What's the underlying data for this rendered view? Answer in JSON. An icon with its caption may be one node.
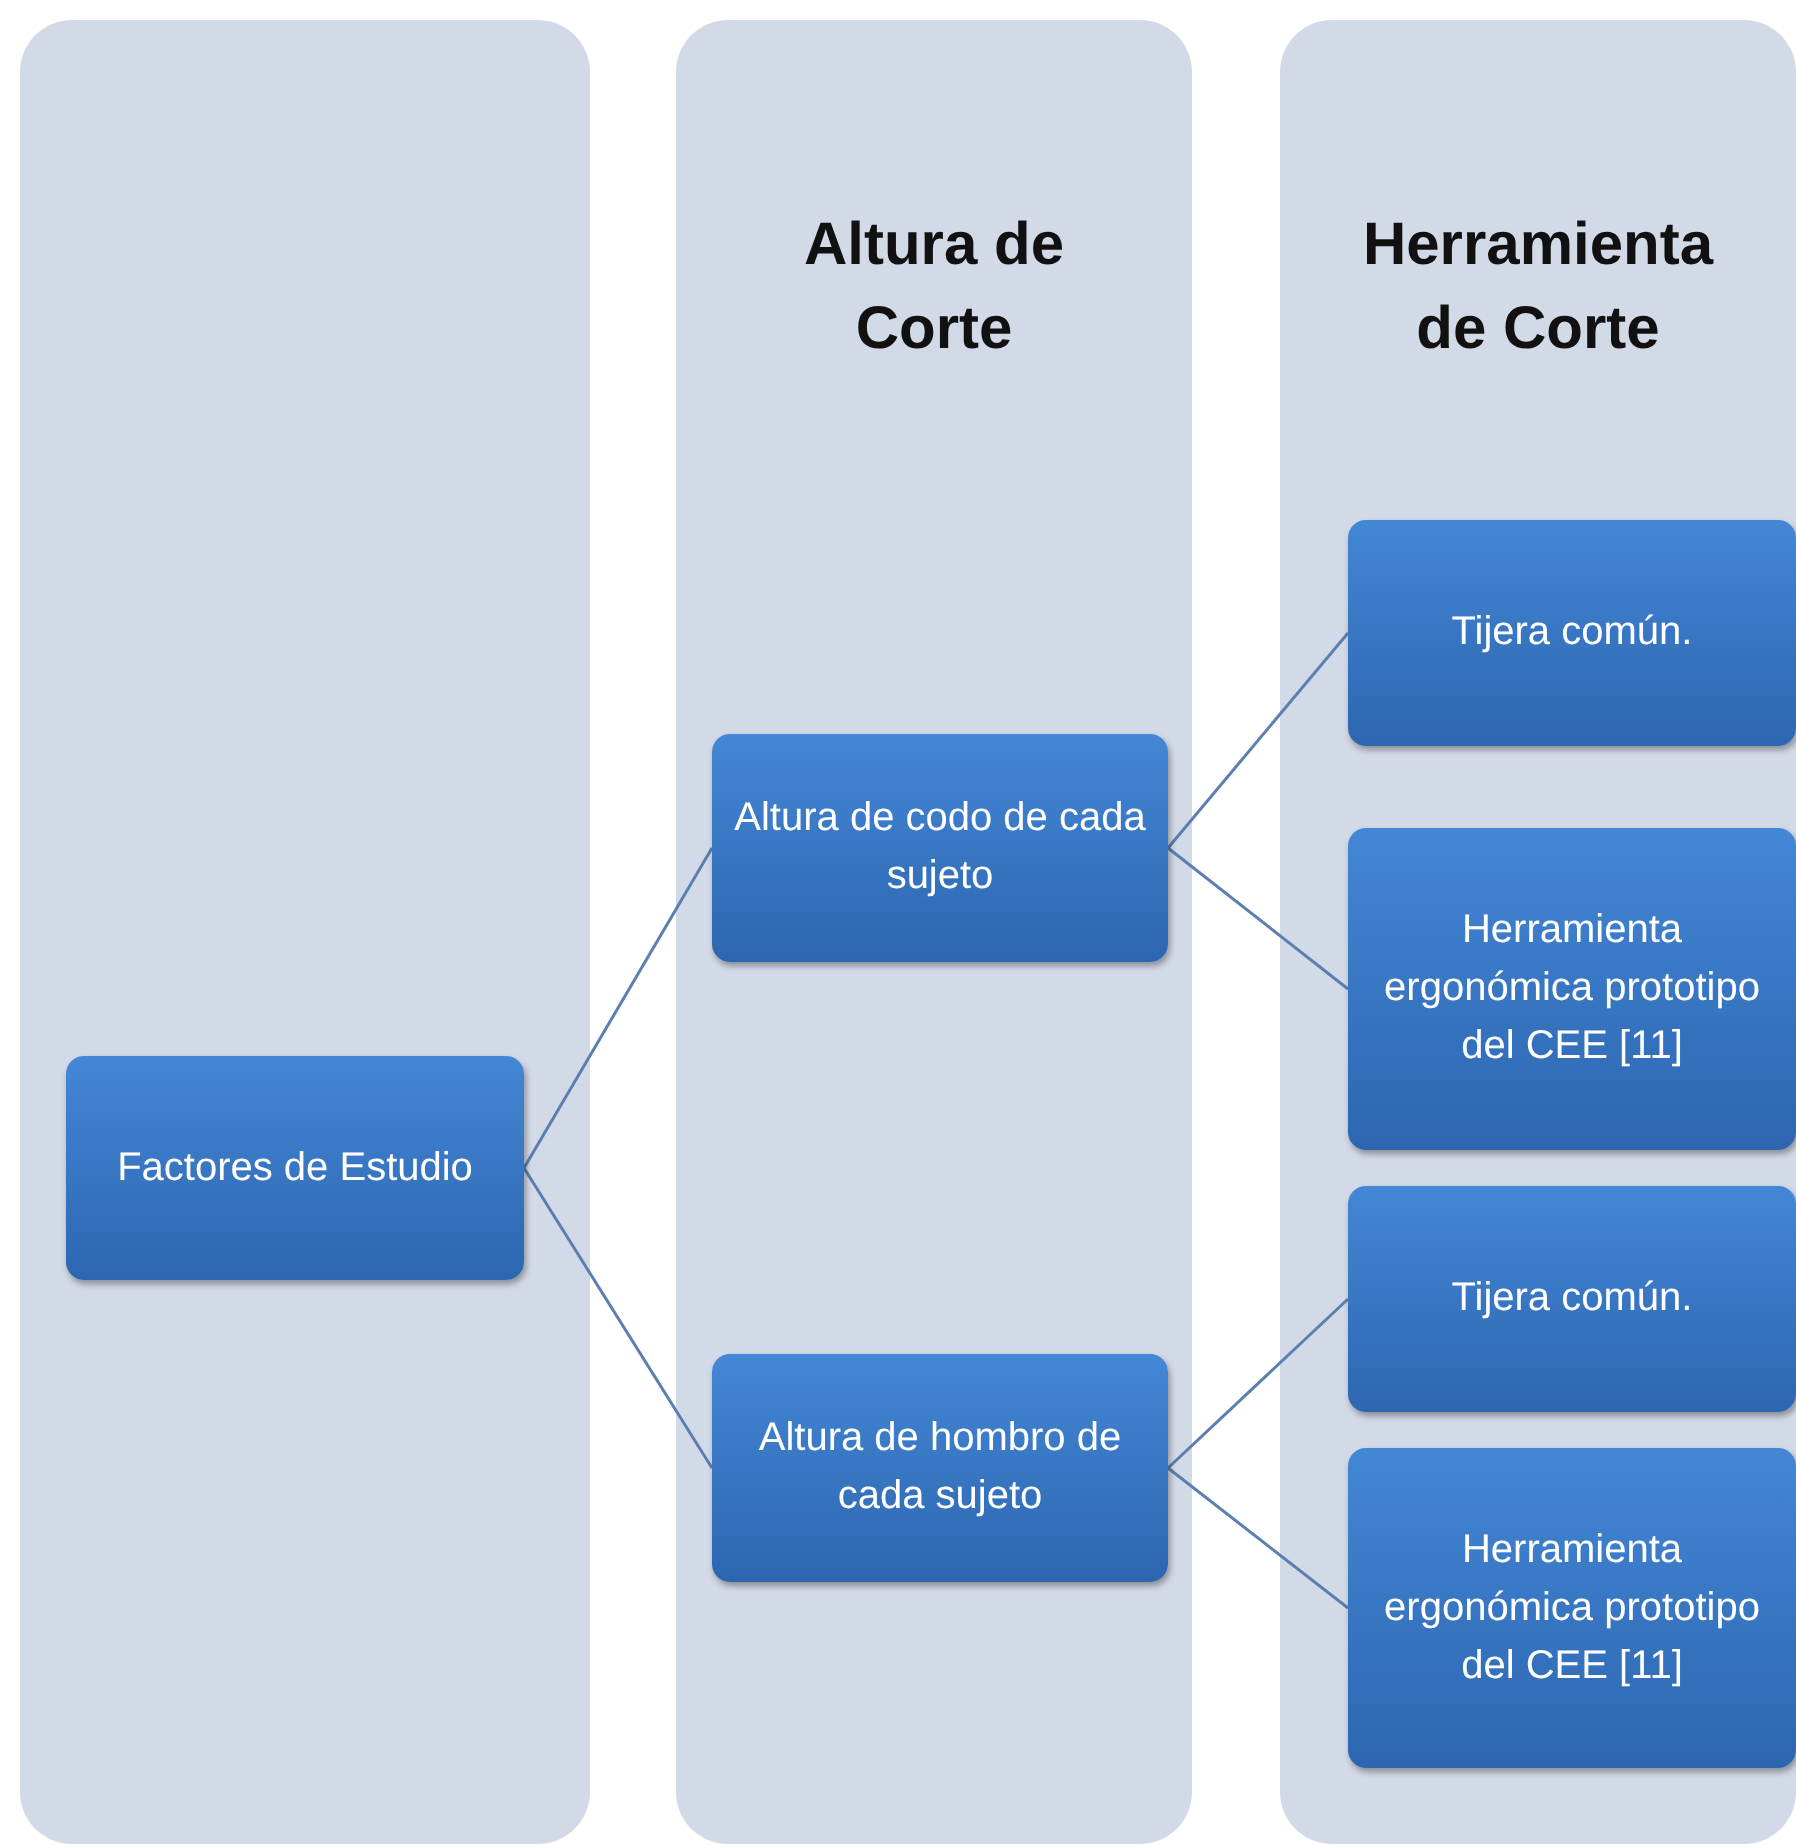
{
  "diagram": {
    "nodes": [
      {
        "text": [],
        "shape": "box"
      },
      {
        "text": [
          "Factores de Estudio"
        ],
        "in": 0
      },
      {
        "text": [
          "Altura de Corte"
        ]
      },
      {
        "text": [
          "Altura de codo de cada sujeto"
        ],
        "in": 2
      },
      {
        "text": [
          "Altura de hombro de cada sujeto"
        ],
        "in": 2
      },
      {
        "text": [
          "Herramienta de Corte"
        ]
      },
      {
        "text": [
          "Tijera común."
        ],
        "in": 5
      },
      {
        "text": [
          "Herramienta ergonómica prototipo del CEE [11]"
        ],
        "in": 5
      },
      {
        "text": [
          "Tijera común."
        ],
        "in": 5
      },
      {
        "text": [
          "Herramienta ergonómica prototipo del CEE [11]"
        ],
        "in": 5
      }
    ],
    "edges": [
      {
        "from": 1,
        "to": 3,
        "arrow": "none"
      },
      {
        "from": 1,
        "to": 4,
        "arrow": "none"
      },
      {
        "from": 3,
        "to": 6,
        "arrow": "none"
      },
      {
        "from": 3,
        "to": 7,
        "arrow": "none"
      },
      {
        "from": 4,
        "to": 8,
        "arrow": "none"
      },
      {
        "from": 4,
        "to": 9,
        "arrow": "none"
      }
    ]
  }
}
